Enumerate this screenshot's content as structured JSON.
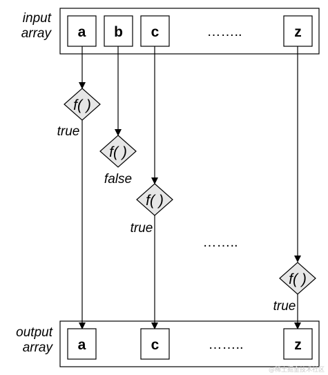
{
  "input_label_line1": "input",
  "input_label_line2": "array",
  "output_label_line1": "output",
  "output_label_line2": "array",
  "input_cells": [
    "a",
    "b",
    "c",
    "z"
  ],
  "output_cells": [
    "a",
    "c",
    "z"
  ],
  "ellipsis": "……..",
  "function_label": "f( )",
  "results": [
    "true",
    "false",
    "true",
    "true"
  ],
  "watermark": "@稀土掘金技术社区",
  "colors": {
    "stroke": "#000000",
    "diamond_fill": "#e6e6e6",
    "cell_fill": "#ffffff"
  }
}
